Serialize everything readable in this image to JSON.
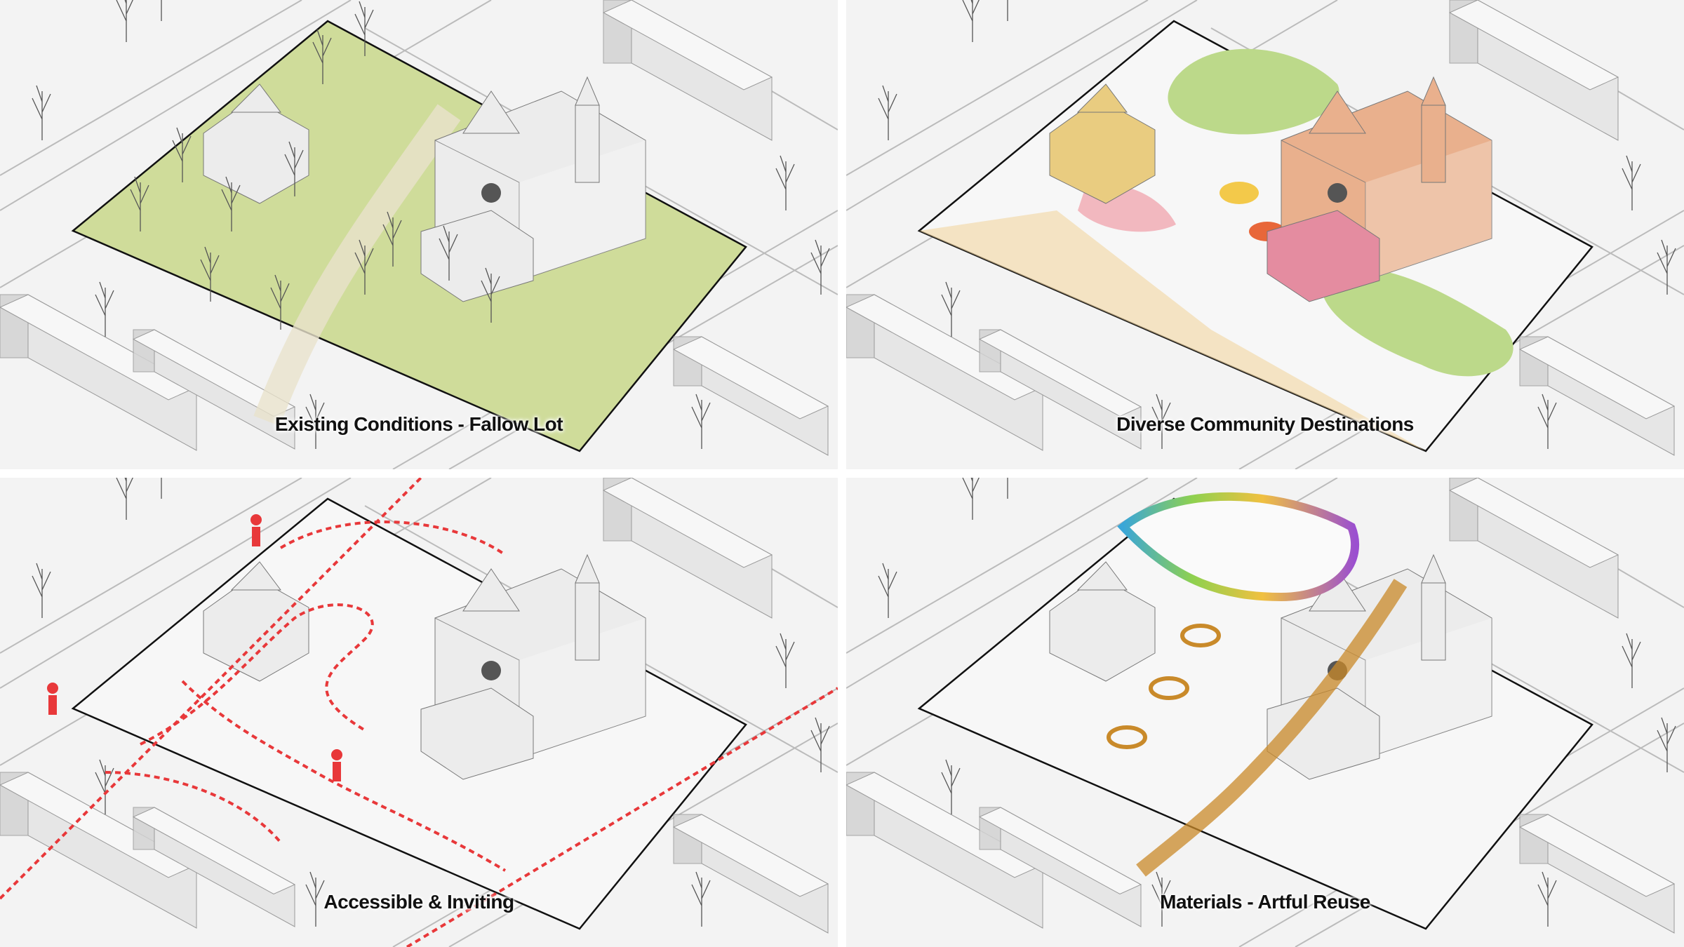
{
  "panels": [
    {
      "id": "existing",
      "title": "Existing Conditions - Fallow Lot",
      "theme": "vegetation",
      "accent": "#a9c46a"
    },
    {
      "id": "destinations",
      "title": "Diverse Community Destinations",
      "theme": "program-zones",
      "accent": "#e9a98a"
    },
    {
      "id": "accessible",
      "title": "Accessible & Inviting",
      "theme": "circulation",
      "accent": "#e8383a"
    },
    {
      "id": "materials",
      "title": "Materials - Artful Reuse",
      "theme": "materials",
      "accent": "#c98a2a"
    }
  ]
}
